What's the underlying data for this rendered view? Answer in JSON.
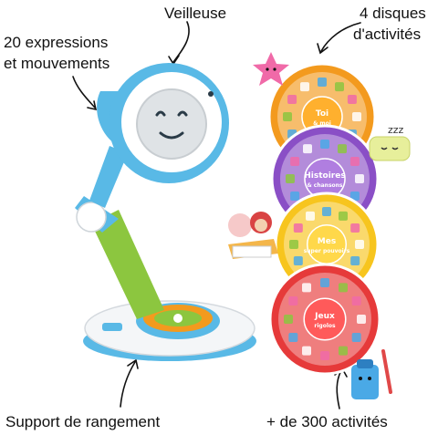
{
  "callouts": {
    "nightlight": "Veilleuse",
    "expressions_line1": "20 expressions",
    "expressions_line2": "et mouvements",
    "discs_line1": "4 disques",
    "discs_line2": "d'activités",
    "storage": "Support de rangement",
    "activities": "+ de 300 activités"
  },
  "discs": [
    {
      "line1": "Toi",
      "line2": "& moi",
      "color": "#f39a1e",
      "center": "#ffb02e"
    },
    {
      "line1": "Histoires",
      "line2": "& chansons",
      "color": "#8a4fc6",
      "center": "#b07ee0"
    },
    {
      "line1": "Mes",
      "line2": "super pouvoirs",
      "color": "#f7c51e",
      "center": "#ffd84a"
    },
    {
      "line1": "Jeux",
      "line2": "rigolos",
      "color": "#e63a3a",
      "center": "#ff5a5a"
    }
  ],
  "icons": [
    "star-character-icon",
    "sleeping-pillow-icon",
    "fairytale-characters-icon",
    "toothbrush-character-icon"
  ],
  "colors": {
    "lamp_blue": "#59b9e6",
    "lamp_green": "#8cc63f",
    "base_white": "#f4f6f8",
    "face": "#dfe3e6"
  }
}
